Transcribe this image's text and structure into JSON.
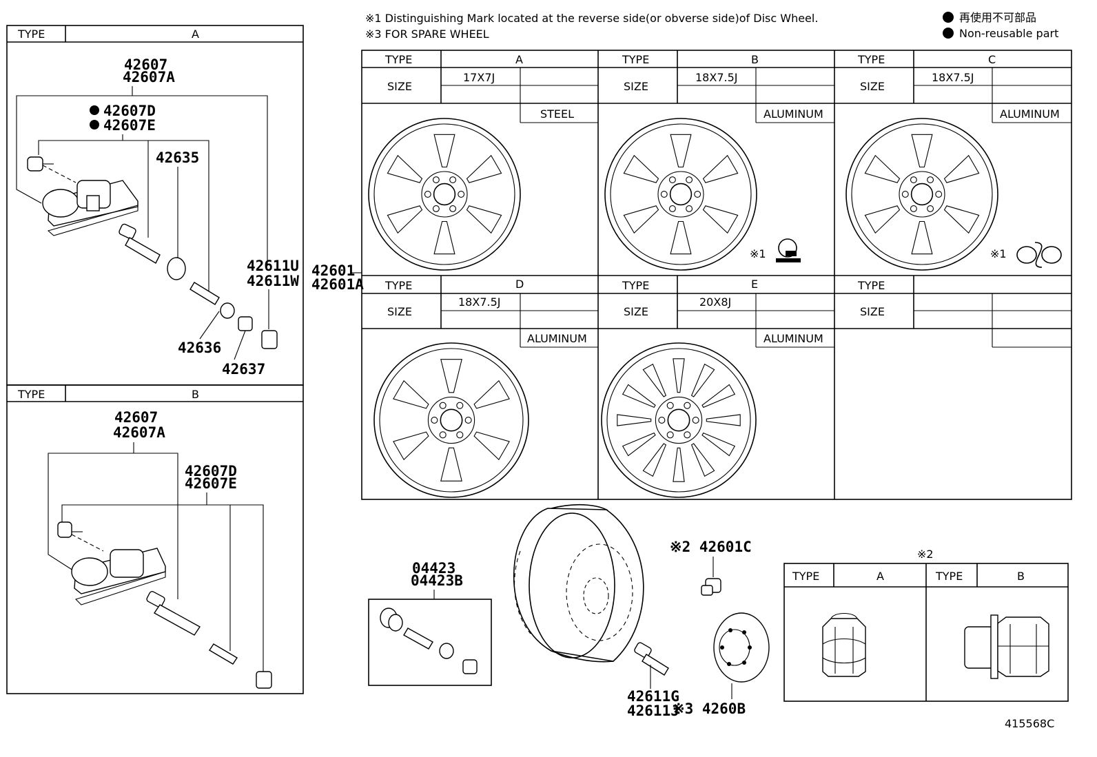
{
  "notes": {
    "note1": "※1 Distinguishing Mark located at the reverse side(or obverse side)of Disc Wheel.",
    "note3": "※3 FOR SPARE WHEEL",
    "legend_jp": "再使用不可部品",
    "legend_en": "Non-reusable part"
  },
  "labels": {
    "type": "TYPE",
    "size": "SIZE",
    "a": "A",
    "b": "B",
    "c": "C",
    "d": "D",
    "e": "E",
    "mark1": "※1",
    "mark2": "※2"
  },
  "wheels": {
    "a_size": "17X7J",
    "a_material": "STEEL",
    "b_size": "18X7.5J",
    "b_material": "ALUMINUM",
    "c_size": "18X7.5J",
    "c_material": "ALUMINUM",
    "d_size": "18X7.5J",
    "d_material": "ALUMINUM",
    "e_size": "20X8J",
    "e_material": "ALUMINUM"
  },
  "parts": {
    "p42607": "42607",
    "p42607A": "42607A",
    "p42607D": "42607D",
    "p42607E": "42607E",
    "p42635": "42635",
    "p42636": "42636",
    "p42637": "42637",
    "p42611U": "42611U",
    "p42611W": "42611W",
    "p42601": "42601",
    "p42601A": "42601A",
    "p04423": "04423",
    "p04423B": "04423B",
    "p42601C": "※2 42601C",
    "p42611G": "42611G",
    "p42611J": "42611J",
    "p4260B": "※3 4260B"
  },
  "figure_id": "415568C"
}
